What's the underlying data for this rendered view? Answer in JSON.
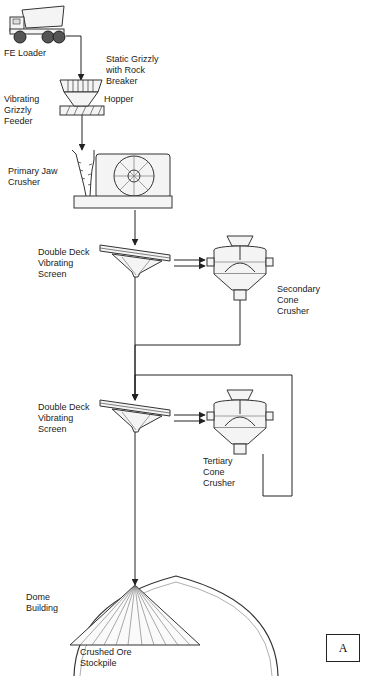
{
  "diagram": {
    "nodes": [
      {
        "text": [
          "FE Loader"
        ]
      },
      {
        "text": [
          "Static Grizzly with Rock Breaker"
        ]
      },
      {
        "text": [
          "Vibrating Grizzly Feeder"
        ]
      },
      {
        "text": [
          "Hopper"
        ]
      },
      {
        "text": [
          "Primary Jaw Crusher"
        ]
      },
      {
        "text": [
          "Double Deck Vibrating Screen"
        ]
      },
      {
        "text": [
          "Secondary Cone Crusher"
        ]
      },
      {
        "text": [
          "Double Deck Vibrating Screen"
        ]
      },
      {
        "text": [
          "Tertiary Cone Crusher"
        ]
      },
      {
        "text": [
          "Dome Building"
        ]
      },
      {
        "text": [
          "Crushed Ore Stockpile"
        ],
        "in": 9
      },
      {
        "text": [
          "A"
        ]
      }
    ],
    "edges": [
      {
        "from": 0,
        "to": 1,
        "arrow": "to"
      },
      {
        "from": 2,
        "to": 4,
        "arrow": "to"
      },
      {
        "from": 4,
        "to": 5,
        "arrow": "to"
      },
      {
        "from": 5,
        "to": 6,
        "arrow": "to"
      },
      {
        "from": 6,
        "to": 7,
        "arrow": "to"
      },
      {
        "from": 5,
        "to": 7,
        "arrow": "to"
      },
      {
        "from": 7,
        "to": 8,
        "arrow": "to"
      },
      {
        "from": 8,
        "to": 7,
        "arrow": "to"
      },
      {
        "from": 7,
        "to": 10,
        "arrow": "to"
      }
    ]
  }
}
